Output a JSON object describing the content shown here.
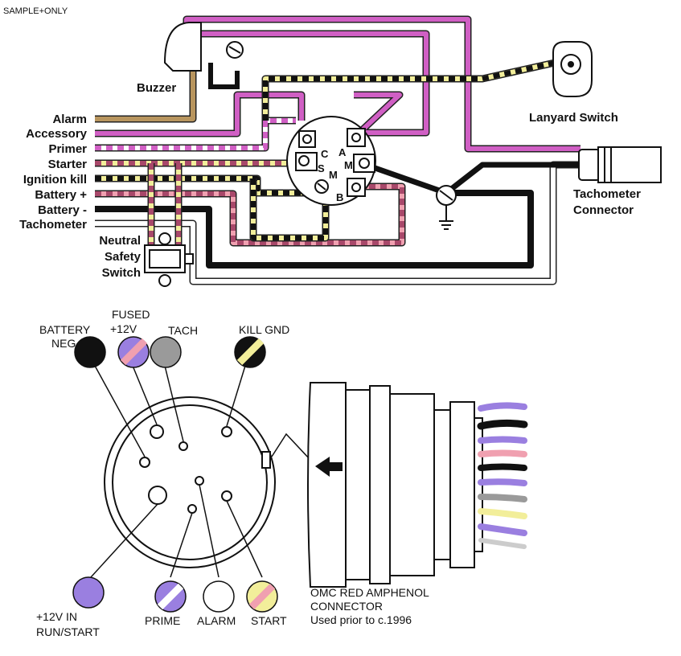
{
  "watermark": "SAMPLE+ONLY",
  "wiring_labels": {
    "buzzer": "Buzzer",
    "alarm": "Alarm",
    "accessory": "Accessory",
    "primer": "Primer",
    "starter": "Starter",
    "ignition_kill": "Ignition kill",
    "battery_pos": "Battery +",
    "battery_neg": "Battery -",
    "tachometer": "Tachometer",
    "neutral": "Neutral",
    "safety": "Safety",
    "switch": "Switch",
    "lanyard_switch": "Lanyard Switch",
    "tach_connector_1": "Tachometer",
    "tach_connector_2": "Connector"
  },
  "switch_terminals": {
    "c": "C",
    "a": "A",
    "s": "S",
    "m_left": "M",
    "m_right": "M",
    "b": "B"
  },
  "pin_labels": {
    "battery_neg_1": "BATTERY",
    "battery_neg_2": "NEG",
    "fused_1": "FUSED",
    "fused_2": "+12V",
    "tach": "TACH",
    "kill_gnd": "KILL GND",
    "run_start_1": "+12V IN",
    "run_start_2": "RUN/START",
    "prime": "PRIME",
    "alarm": "ALARM",
    "start": "START"
  },
  "caption": {
    "line1": "OMC RED AMPHENOL",
    "line2": "CONNECTOR",
    "line3": "Used prior to c.1996"
  },
  "colors": {
    "purple": "#d05fc4",
    "tan": "#b8955e",
    "black": "#111111",
    "yellow": "#f2ee9a",
    "red": "#a8486a",
    "violet": "#9a7fe0",
    "gray": "#9a9a9a",
    "pink": "#f0a0b0"
  }
}
